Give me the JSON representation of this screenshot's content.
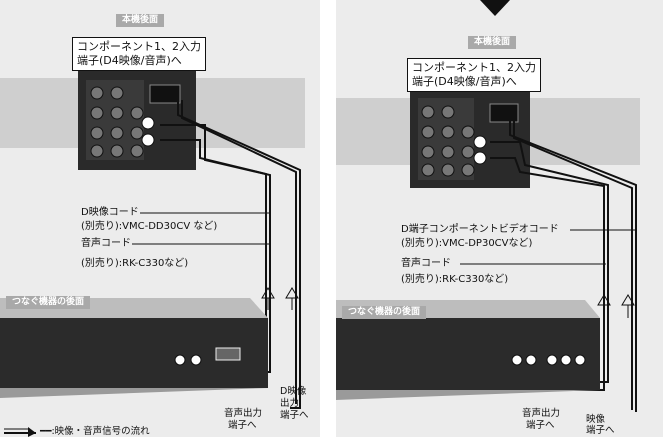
{
  "left": {
    "rear_tag": "本機後面",
    "callout_line1": "コンポーネント1、2入力",
    "callout_line2": "端子(D4映像/音声)へ",
    "cable1_name": "D映像コード",
    "cable1_model": "(別売り):VMC-DD30CV など)",
    "cable2_name": "音声コード",
    "cable2_model": "(別売り):RK-C330など)",
    "device_tag": "つなぐ機器の後面",
    "audio_out": [
      "音声出力",
      "端子へ"
    ],
    "video_out": [
      "D映像",
      "出力",
      "端子へ"
    ],
    "legend": "━━:映像・音声信号の流れ"
  },
  "right": {
    "rear_tag": "本機後面",
    "callout_line1": "コンポーネント1、2入力",
    "callout_line2": "端子(D4映像/音声)へ",
    "cable1_name": "D端子コンポーネントビデオコード",
    "cable1_model": "(別売り):VMC-DP30CVなど)",
    "cable2_name": "音声コード",
    "cable2_model": "(別売り):RK-C330など)",
    "device_tag": "つなぐ機器の後面",
    "audio_out": [
      "音声出力",
      "端子へ"
    ],
    "video_out": [
      "映像",
      "端子へ"
    ]
  },
  "colors": {
    "panel": "#ececec",
    "device": "#2b2b2b",
    "tag": "#a9a9a9"
  },
  "icons": [
    "arrow-down-icon",
    "signal-flow-arrow-icon"
  ]
}
